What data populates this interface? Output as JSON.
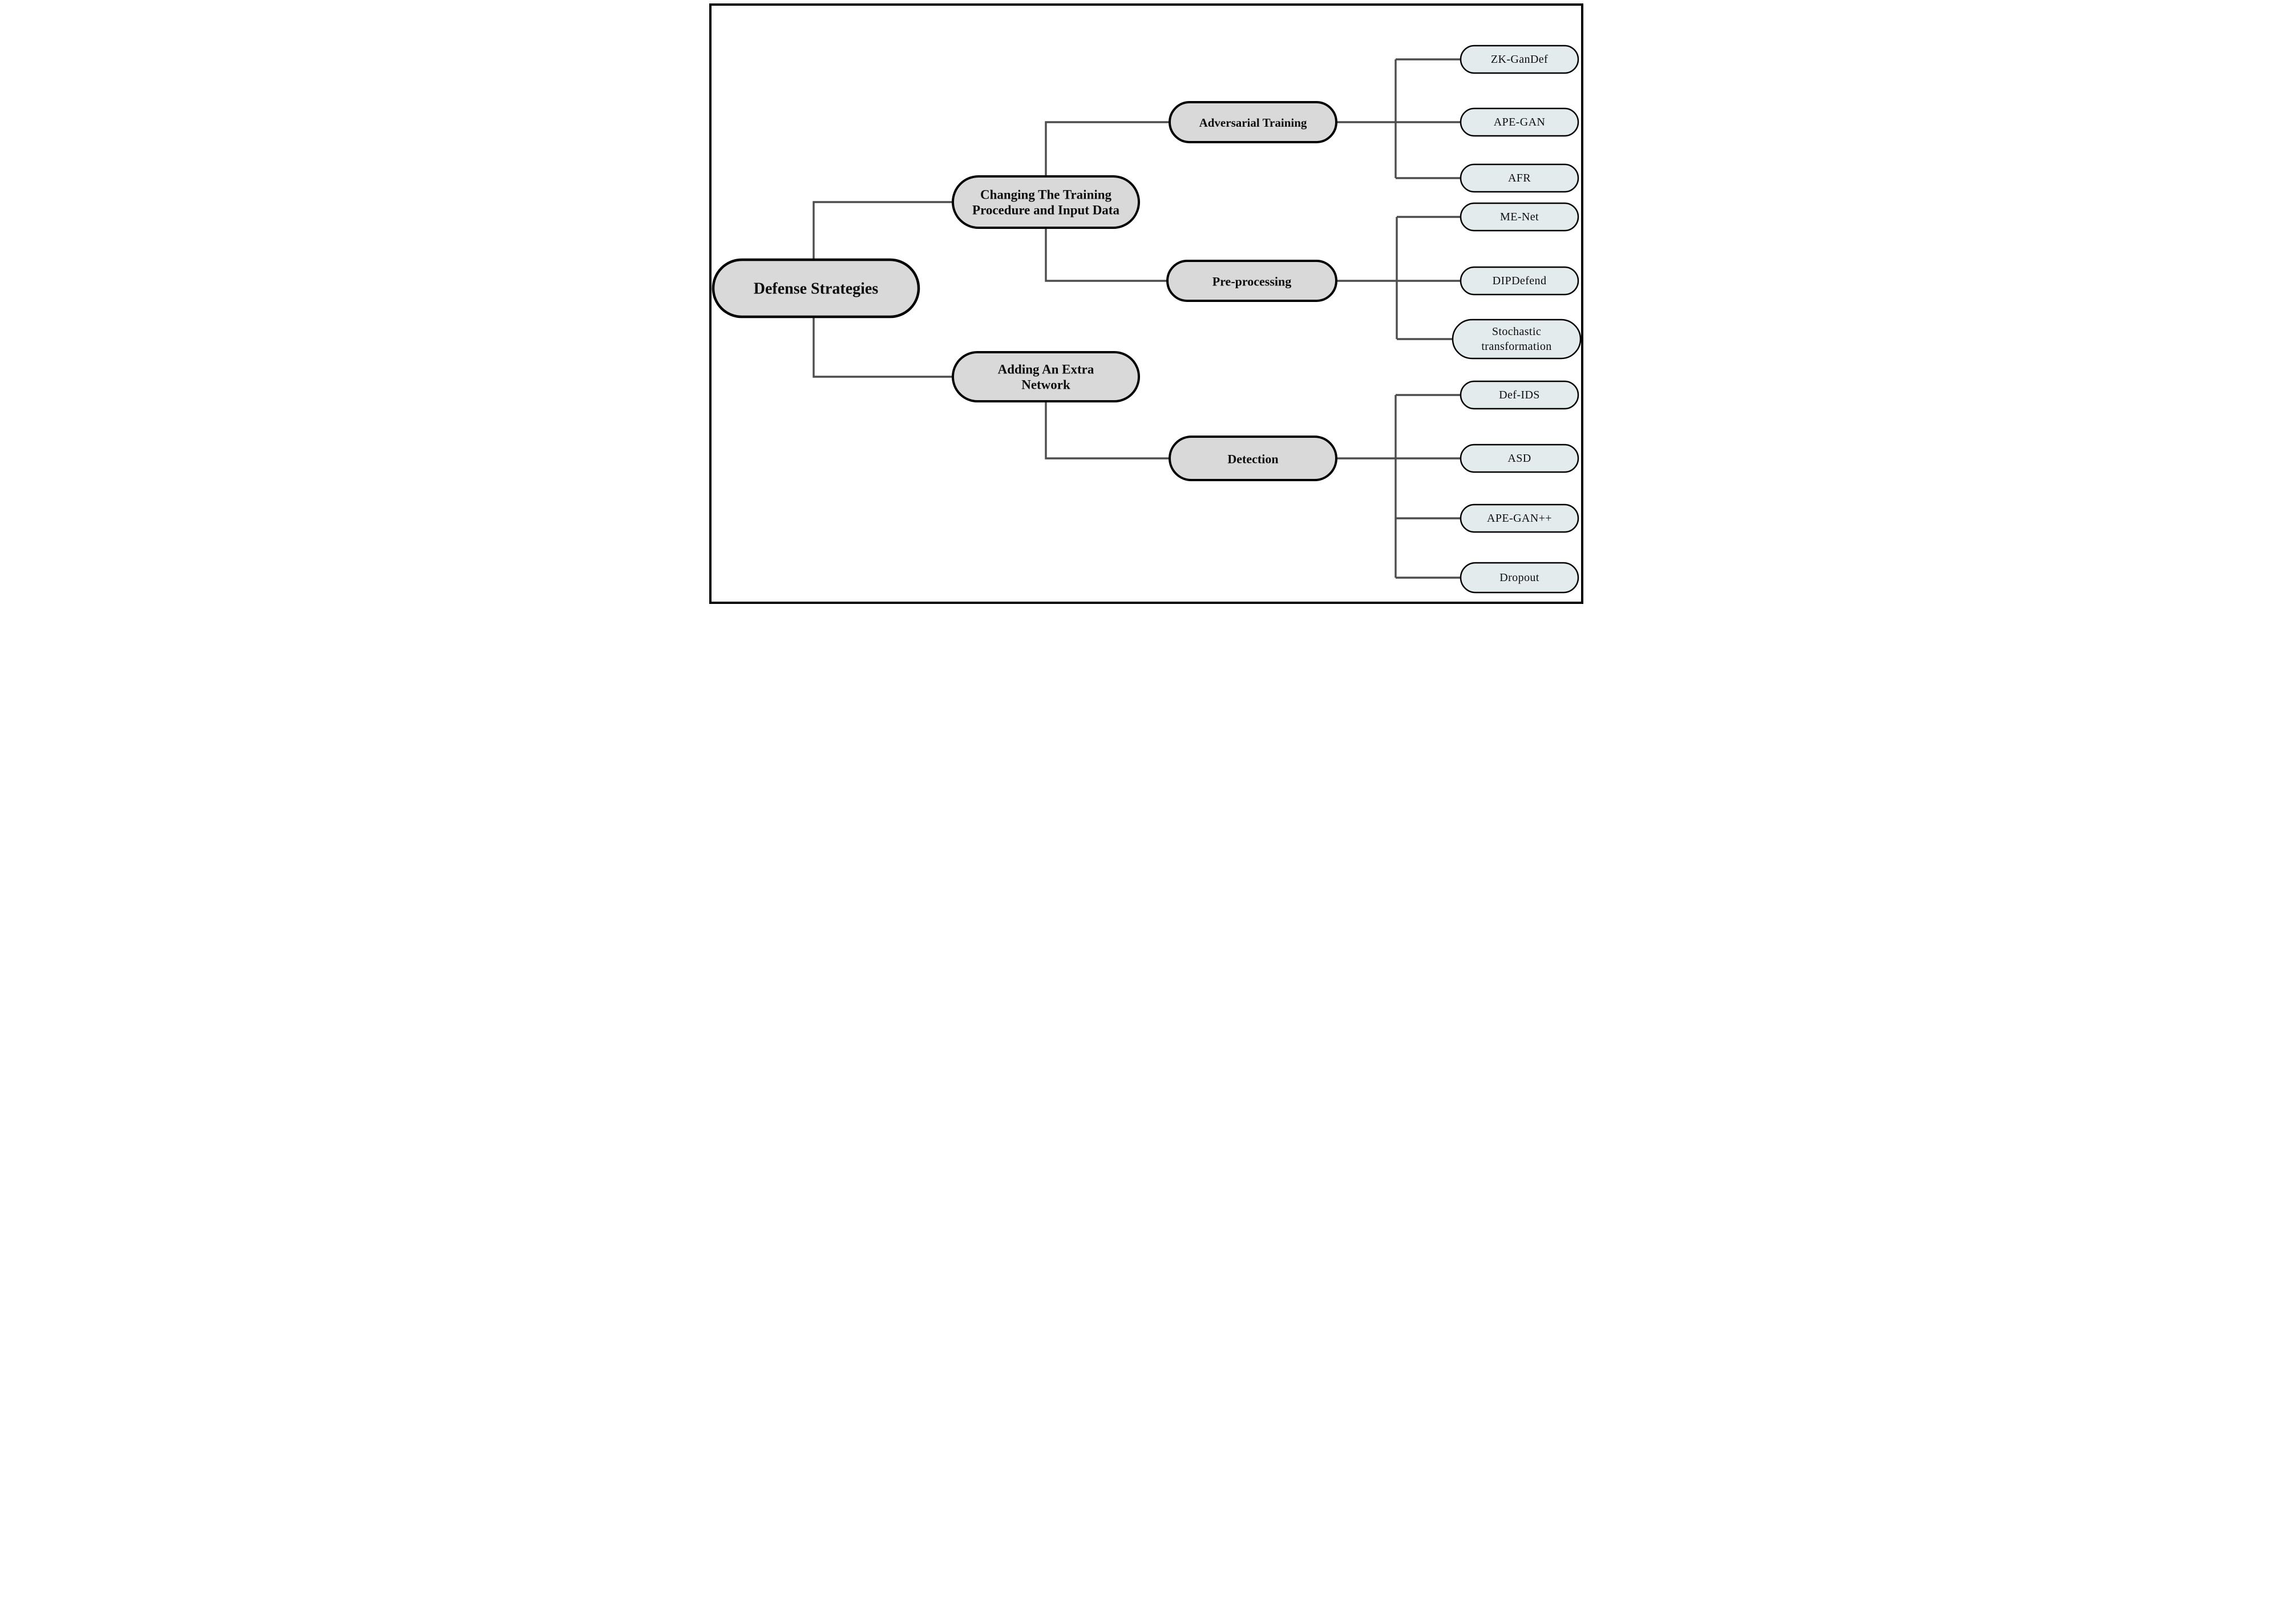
{
  "diagram": {
    "type": "tree",
    "orientation": "left-to-right",
    "colors": {
      "background": "#ffffff",
      "frame_border": "#000000",
      "parent_node_fill": "#d9d9d9",
      "leaf_node_fill": "#e4ebec",
      "node_border": "#000000",
      "connector": "#4d4d4d",
      "text": "#0d0d0d"
    },
    "tree": {
      "root": {
        "label": "Defense Strategies"
      },
      "branches": [
        {
          "label": "Changing The Training Procedure and Input Data",
          "lines": [
            "Changing The Training",
            "Procedure and Input Data"
          ]
        },
        {
          "label": "Adding An Extra Network",
          "lines": [
            "Adding An Extra",
            "Network"
          ]
        }
      ],
      "groups": [
        {
          "label": "Adversarial Training",
          "parent": "Changing The Training Procedure and Input Data",
          "methods": [
            {
              "label": "ZK-GanDef"
            },
            {
              "label": "APE-GAN"
            },
            {
              "label": "AFR"
            }
          ]
        },
        {
          "label": "Pre-processing",
          "parent": "Changing The Training Procedure and Input Data",
          "methods": [
            {
              "label": "ME-Net"
            },
            {
              "label": "DIPDefend"
            },
            {
              "label": "Stochastic transformation",
              "lines": [
                "Stochastic",
                "transformation"
              ]
            }
          ]
        },
        {
          "label": "Detection",
          "parent": "Adding An Extra Network",
          "methods": [
            {
              "label": "Def-IDS"
            },
            {
              "label": "ASD"
            },
            {
              "label": "APE-GAN++"
            },
            {
              "label": "Dropout"
            }
          ]
        }
      ]
    }
  }
}
